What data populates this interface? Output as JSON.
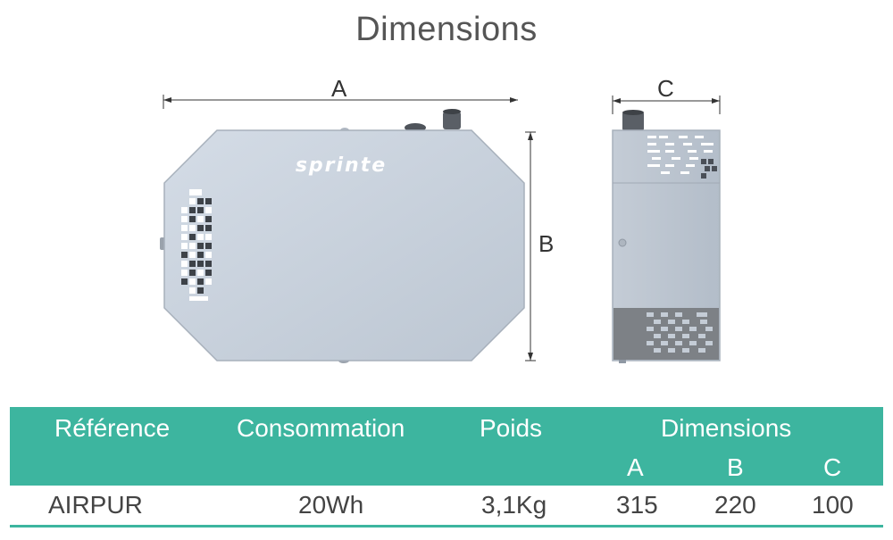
{
  "page": {
    "title": "Dimensions"
  },
  "drawing": {
    "label_a": "A",
    "label_b": "B",
    "label_c": "C",
    "brand": "sprinte",
    "colors": {
      "body": "#c9d2de",
      "body_dark": "#b5bfcc",
      "vent": "#4a4f57",
      "bottom_panel": "#7d8186",
      "dim_line": "#333333"
    }
  },
  "table": {
    "accent": "#3db59f",
    "headers": {
      "reference": "Référence",
      "consommation": "Consommation",
      "poids": "Poids",
      "dimensions": "Dimensions",
      "sub_a": "A",
      "sub_b": "B",
      "sub_c": "C"
    },
    "rows": [
      {
        "reference": "AIRPUR",
        "consommation": "20Wh",
        "poids": "3,1Kg",
        "a": "315",
        "b": "220",
        "c": "100"
      }
    ]
  }
}
